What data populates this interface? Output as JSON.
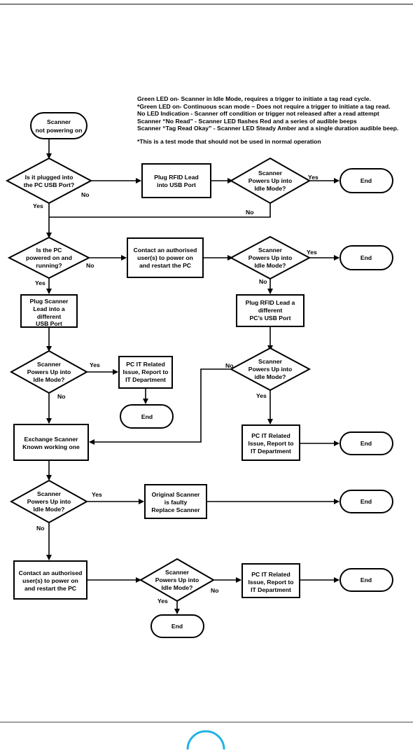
{
  "legend": {
    "line1": "Green LED on- Scanner in Idle Mode, requires a trigger to initiate a tag read cycle.",
    "line2": "*Green LED on- Continuous scan mode –  Does not require a trigger to initiate a tag read.",
    "line3": "No LED Indication - Scanner off condition or trigger not released after a read attempt",
    "line4": "Scanner “No Read” - Scanner LED flashes Red and a series of audible beeps",
    "line5": "Scanner “Tag  Read Okay” - Scanner LED Steady Amber and a single duration audible beep.",
    "note": "*This is a test mode that should not be used in normal operation"
  },
  "flowchart": {
    "start": [
      "Scanner",
      "not powering on"
    ],
    "d_plugged": [
      "Is it plugged into",
      "the PC USB Port?"
    ],
    "p_plug_lead": [
      "Plug RFID Lead",
      "into USB Port"
    ],
    "d_idle_1": [
      "Scanner",
      "Powers Up into",
      "Idle Mode?"
    ],
    "end_label": "End",
    "d_pc_on": [
      "Is the PC",
      "powered on and",
      "running?"
    ],
    "p_contact_1": [
      "Contact an authorised",
      "user(s) to power on",
      "and restart the PC"
    ],
    "d_idle_2": [
      "Scanner",
      "Powers Up into",
      "Idle Mode?"
    ],
    "p_plug_scanner": [
      "Plug Scanner",
      "Lead into a",
      "different",
      "USB Port"
    ],
    "p_plug_diff_pc": [
      "Plug RFID Lead a",
      "different",
      "PC’s USB Port"
    ],
    "d_idle_3": [
      "Scanner",
      "Powers Up into",
      "Idle Mode?"
    ],
    "p_it_1": [
      "PC IT Related",
      "Issue, Report to",
      "IT Department"
    ],
    "d_idle_4": [
      "Scanner",
      "Powers Up into",
      "idle Mode?"
    ],
    "p_exchange": [
      "Exchange Scanner",
      "Known working one"
    ],
    "p_it_2": [
      "PC IT Related",
      "Issue, Report to",
      "IT Department"
    ],
    "d_idle_5": [
      "Scanner",
      "Powers Up into",
      "Idle Mode?"
    ],
    "p_faulty": [
      "Original Scanner",
      "is faulty",
      "Replace Scanner"
    ],
    "p_contact_2": [
      "Contact an authorised",
      "user(s) to power on",
      "and restart the PC"
    ],
    "d_idle_6": [
      "Scanner",
      "Powers Up into",
      "Idle Mode?"
    ],
    "p_it_3": [
      "PC IT Related",
      "Issue, Report to",
      "IT Department"
    ],
    "yes": "Yes",
    "no": "No"
  }
}
